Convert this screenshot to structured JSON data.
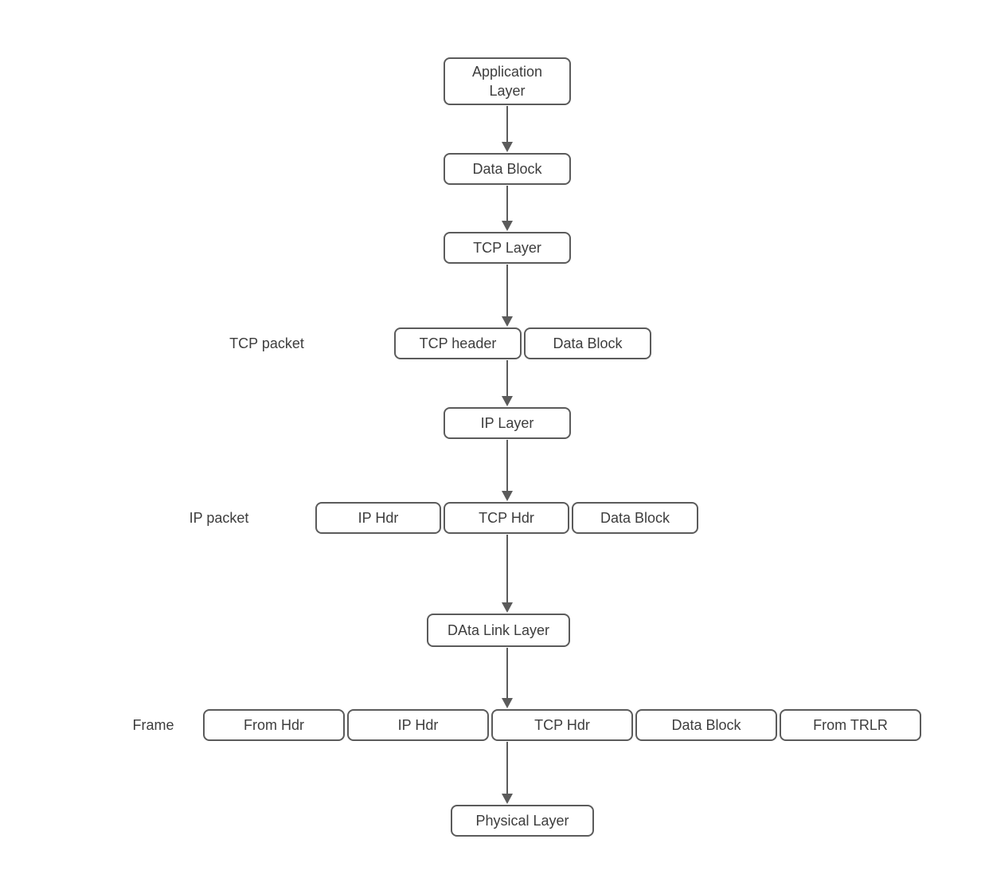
{
  "colors": {
    "background": "#ffffff",
    "node_fill": "#ffffff",
    "node_border": "#5b5b5b",
    "text": "#3d3d3d",
    "arrow": "#5b5b5b"
  },
  "nodes": {
    "application_layer": "Application\nLayer",
    "data_block_top": "Data Block",
    "tcp_layer": "TCP Layer",
    "tcp_header": "TCP header",
    "tcp_packet_data_block": "Data Block",
    "ip_layer": "IP Layer",
    "ip_hdr": "IP Hdr",
    "ip_packet_tcp_hdr": "TCP Hdr",
    "ip_packet_data_block": "Data Block",
    "data_link_layer": "DAta Link Layer",
    "frame_from_hdr": "From Hdr",
    "frame_ip_hdr": "IP Hdr",
    "frame_tcp_hdr": "TCP Hdr",
    "frame_data_block": "Data Block",
    "frame_from_trlr": "From TRLR",
    "physical_layer": "Physical Layer"
  },
  "side_labels": {
    "tcp_packet": "TCP packet",
    "ip_packet": "IP packet",
    "frame": "Frame"
  }
}
